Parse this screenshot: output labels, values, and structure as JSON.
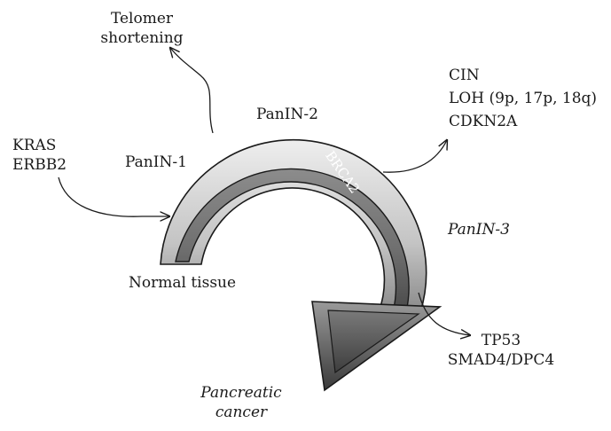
{
  "diagram": {
    "stages": {
      "normal": "Normal tissue",
      "panin1": "PanIN-1",
      "panin2": "PanIN-2",
      "panin3": "PanIN-3",
      "cancer_line1": "Pancreatic",
      "cancer_line2": "cancer"
    },
    "arc_label": "BRCA2",
    "telomer": {
      "line1": "Telomer",
      "line2": "shortening"
    },
    "early_genes": {
      "line1": "KRAS",
      "line2": "ERBB2"
    },
    "mid_genes": {
      "line1": "CIN",
      "line2": "LOH (9p, 17p, 18q)",
      "line3": "CDKN2A"
    },
    "late_genes": {
      "line1": "TP53",
      "line2": "SMAD4/DPC4"
    }
  }
}
